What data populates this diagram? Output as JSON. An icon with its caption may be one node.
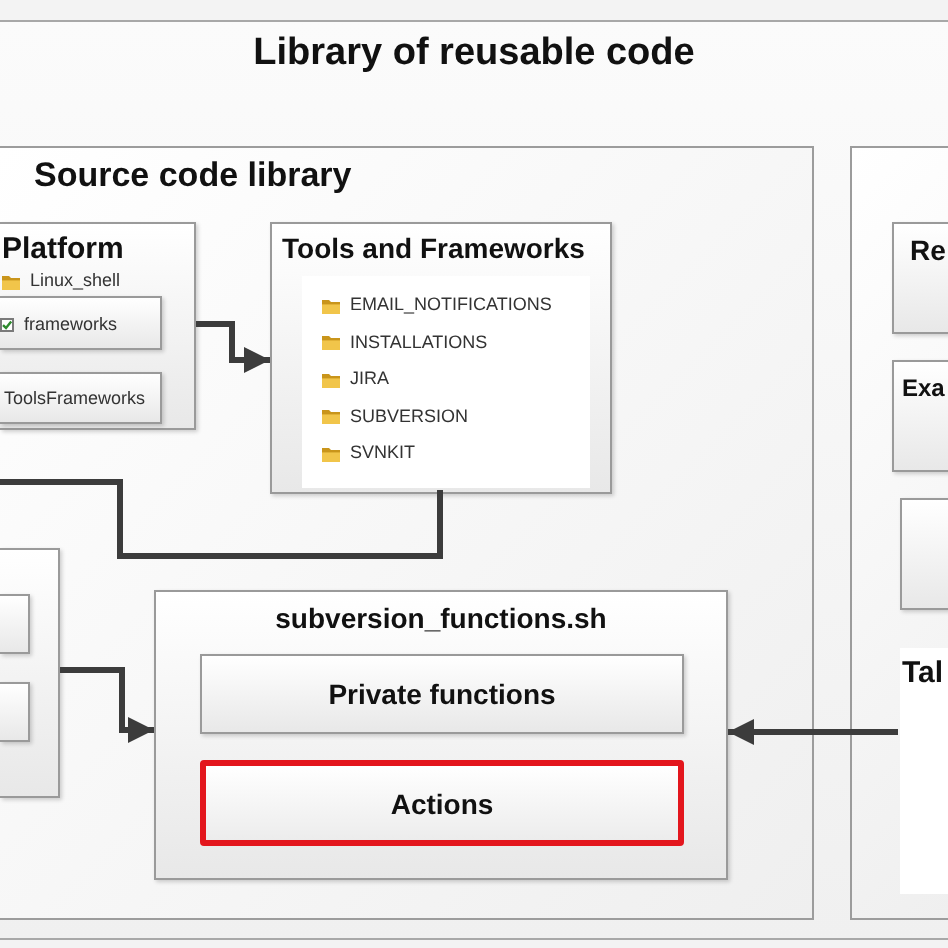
{
  "diagram": {
    "nodes": [
      {
        "text": [
          "Library of reusable code"
        ]
      },
      {
        "text": [
          "Source code library"
        ],
        "in": 0
      },
      {
        "text": [
          "Platform",
          "Linux_shell"
        ],
        "in": 1
      },
      {
        "text": [
          "frameworks"
        ],
        "in": 2
      },
      {
        "text": [
          "ToolsFrameworks"
        ],
        "in": 2
      },
      {
        "text": [
          "Tools and Frameworks",
          "EMAIL_NOTIFICATIONS",
          "INSTALLATIONS",
          "JIRA",
          "SUBVERSION",
          "SVNKIT"
        ],
        "in": 1
      },
      {
        "text": [],
        "shape": "box",
        "in": 1
      },
      {
        "text": [],
        "shape": "box",
        "in": 6
      },
      {
        "text": [],
        "shape": "box",
        "in": 6
      },
      {
        "text": [
          "subversion_functions.sh"
        ],
        "in": 1
      },
      {
        "text": [
          "Private functions"
        ],
        "in": 9
      },
      {
        "text": [
          "Actions"
        ],
        "in": 9
      },
      {
        "text": [],
        "shape": "box",
        "in": 0
      },
      {
        "text": [
          "Re"
        ],
        "in": 12
      },
      {
        "text": [
          "Exa"
        ],
        "in": 12
      },
      {
        "text": [],
        "shape": "box",
        "in": 12
      },
      {
        "text": [
          "Tal"
        ],
        "in": 12
      }
    ],
    "edges": [
      {
        "from": 2,
        "to": 5,
        "arrow": "to"
      },
      {
        "from": 5,
        "to": null,
        "arrow": "none"
      },
      {
        "from": 6,
        "to": 9,
        "arrow": "to"
      },
      {
        "from": 16,
        "to": 9,
        "arrow": "to"
      }
    ]
  }
}
